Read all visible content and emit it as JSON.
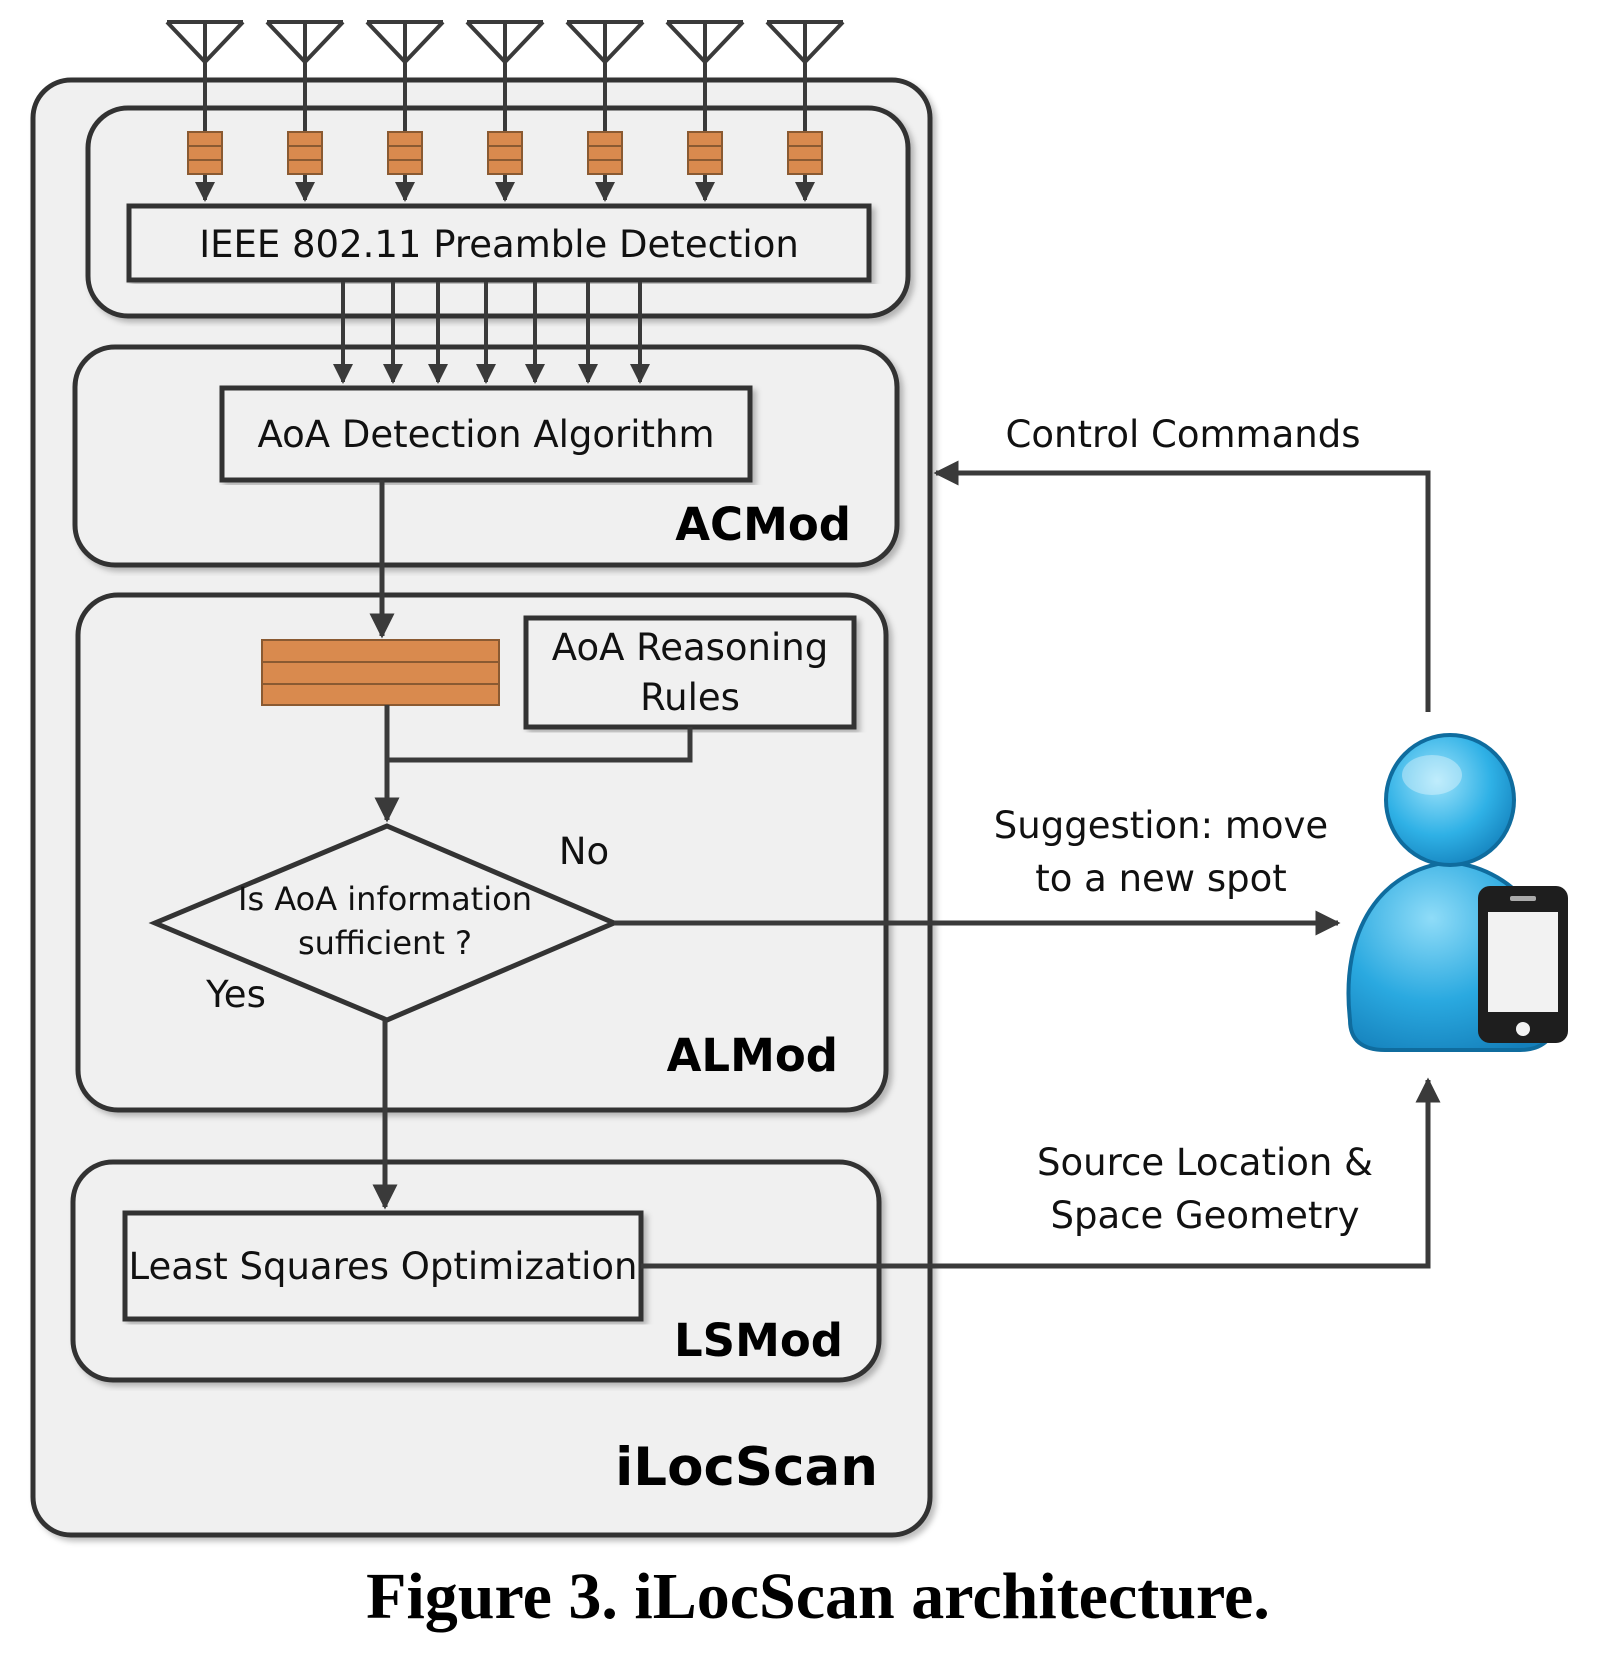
{
  "diagram": {
    "system_label": "iLocScan",
    "modules": {
      "acmod": "ACMod",
      "almod": "ALMod",
      "lsmod": "LSMod"
    },
    "boxes": {
      "preamble": "IEEE 802.11 Preamble Detection",
      "aoa_detection": "AoA Detection Algorithm",
      "reasoning_line1": "AoA Reasoning",
      "reasoning_line2": "Rules",
      "least_squares": "Least Squares Optimization"
    },
    "decision": {
      "line1": "Is AoA information",
      "line2": "sufficient ?",
      "no_label": "No",
      "yes_label": "Yes"
    },
    "flows": {
      "control_commands": "Control Commands",
      "suggestion_line1": "Suggestion: move",
      "suggestion_line2": "to a new spot",
      "source_line1": "Source Location &",
      "source_line2": "Space Geometry"
    },
    "antenna_count": 7,
    "colors": {
      "buffer": "#d98a4e",
      "module_fill": "#f0f0f0",
      "user_blue": "#2ba8e0"
    }
  },
  "caption": "Figure 3. iLocScan architecture."
}
